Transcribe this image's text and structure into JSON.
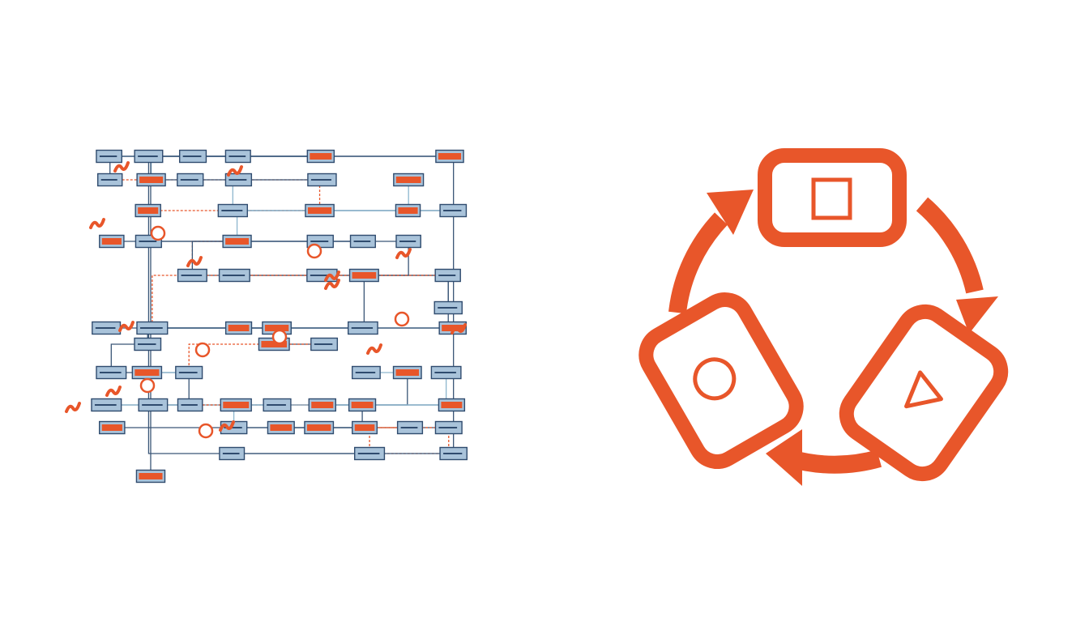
{
  "colors": {
    "accent": "#E8562A",
    "box_fill": "#A9C3DA",
    "box_border": "#2F4B6E",
    "line_dark": "#3A5677",
    "line_light": "#8DB6CE",
    "background": "#FFFFFF"
  },
  "left_panel": {
    "kind": "complex-flowchart-network"
  },
  "right_panel": {
    "kind": "cycle-of-three",
    "tiles": [
      {
        "icon": "square-icon"
      },
      {
        "icon": "triangle-icon"
      },
      {
        "icon": "circle-icon"
      }
    ],
    "arrows": [
      "cycle-arrow-top-left",
      "cycle-arrow-right",
      "cycle-arrow-bottom"
    ]
  }
}
